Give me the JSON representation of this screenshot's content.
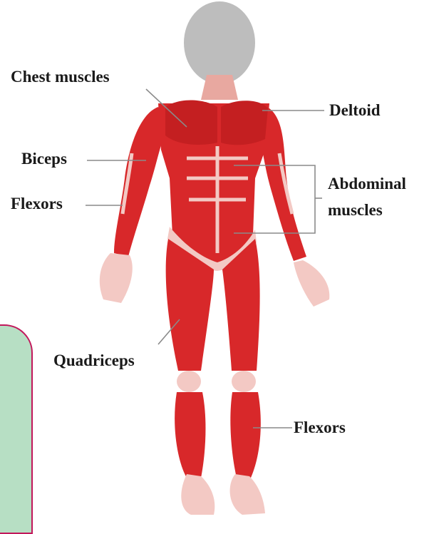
{
  "labels": {
    "chest": "Chest muscles",
    "deltoid": "Deltoid",
    "biceps": "Biceps",
    "flexors_arm": "Flexors",
    "abdominal_1": "Abdominal",
    "abdominal_2": "muscles",
    "quadriceps": "Quadriceps",
    "flexors_leg": "Flexors"
  },
  "colors": {
    "muscle": "#d8282a",
    "muscle_dark": "#b81c1e",
    "tendon": "#f3c9c4",
    "head": "#bdbdbd",
    "note_fill": "#b7dfc4",
    "note_border": "#c2175b"
  }
}
